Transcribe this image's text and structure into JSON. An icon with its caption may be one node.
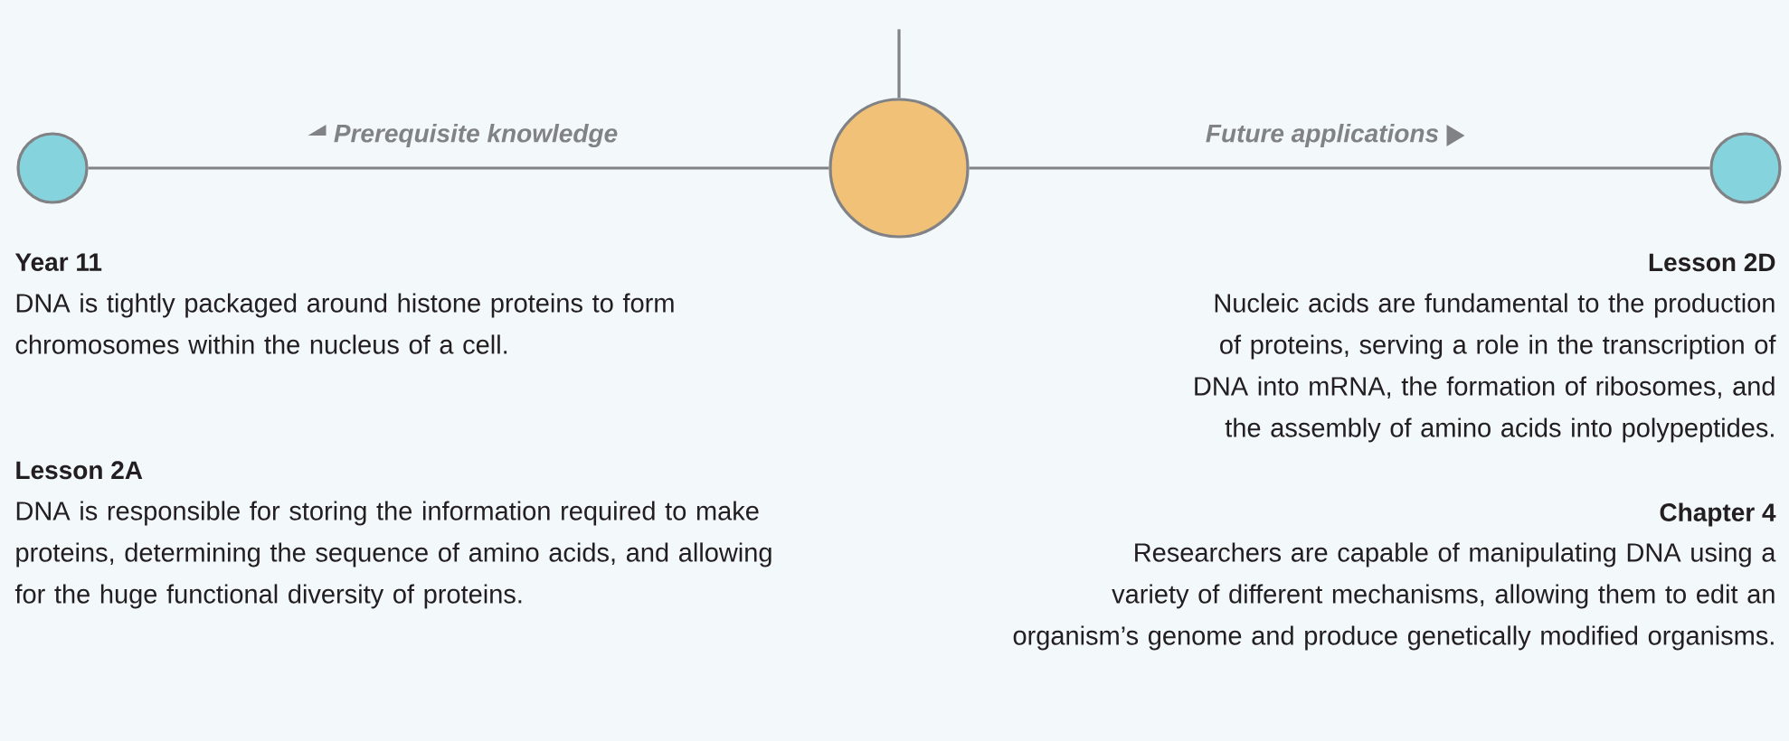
{
  "diagram": {
    "nodes": [
      {
        "text": [],
        "shape": "circle",
        "beside": [
          "Year 11",
          "DNA is tightly packaged around histone proteins to form chromosomes within the nucleus of a cell.",
          "Lesson 2A",
          "DNA is responsible for storing the information required to make proteins, determining the sequence of amino acids, and allowing for the huge functional diversity of proteins."
        ]
      },
      {
        "text": [],
        "shape": "circle"
      },
      {
        "text": [],
        "shape": "circle",
        "beside": [
          "Lesson 2D",
          "Nucleic acids are fundamental to the production of proteins, serving a role in the transcription of DNA into mRNA, the formation of ribosomes, and the assembly of amino acids into polypeptides.",
          "Chapter 4",
          "Researchers are capable of manipulating DNA using a variety of different mechanisms, allowing them to edit an organism’s genome and produce genetically modified organisms."
        ]
      }
    ],
    "edges": [
      {
        "from": 1,
        "to": 0,
        "arrow": "none",
        "label": "Prerequisite knowledge"
      },
      {
        "from": 1,
        "to": 2,
        "arrow": "none",
        "label": "Future applications"
      },
      {
        "from": null,
        "to": 1,
        "arrow": "none"
      }
    ]
  }
}
